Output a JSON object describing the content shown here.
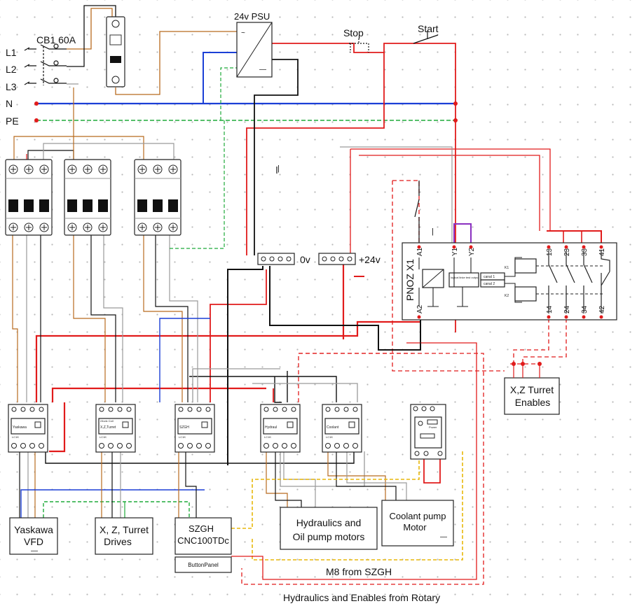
{
  "colors": {
    "red": "#e11b1b",
    "black": "#111111",
    "blue": "#1b3fd6",
    "green": "#1faa3a",
    "brown": "#b86a1e",
    "grey": "#9a9a9a",
    "yellow": "#e8b70a",
    "purple": "#8a2fc0"
  },
  "supply": {
    "breaker": "CB1 60A",
    "lines": [
      "L1",
      "L2",
      "L3",
      "N",
      "PE"
    ]
  },
  "psu": {
    "label": "24v PSU"
  },
  "buttons": {
    "stop": "Stop",
    "start": "Start"
  },
  "terminals": {
    "zero_v": "0v",
    "plus_24v": "+24v"
  },
  "safety_relay": {
    "title": "PNOZ X1",
    "terminals": [
      "A1",
      "Y1",
      "Y2",
      "13",
      "23",
      "33",
      "41",
      "A2",
      "14",
      "24",
      "34",
      "42"
    ],
    "coils": [
      "K1",
      "K2"
    ],
    "logic_label": "logical linke test output",
    "channels": [
      "canal 1",
      "canal 2"
    ]
  },
  "contactors": [
    {
      "id": "yaskawa",
      "tag": "Yaskawa"
    },
    {
      "id": "drives",
      "tag": "X,Z,Turret"
    },
    {
      "id": "szgh",
      "tag": "SZGH"
    },
    {
      "id": "hydraulic",
      "tag": "Hydraul"
    },
    {
      "id": "coolant",
      "tag": "Coolant"
    }
  ],
  "contactor_sub": {
    "coil": "24vdc Coil",
    "ident": "LC1K"
  },
  "overload": {
    "label": "Power"
  },
  "loads": {
    "yaskawa": "Yaskawa VFD",
    "drives": "X, Z, Turret Drives",
    "szgh": "SZGH CNC100TDc",
    "button_panel": "ButtonPanel",
    "hydraulics": "Hydraulics and Oil pump motors",
    "coolant": "Coolant pump Motor",
    "turret": "X,Z Turret Enables"
  },
  "notes": {
    "m8": "M8 from SZGH",
    "rotary": "Hydraulics and Enables from Rotary"
  }
}
